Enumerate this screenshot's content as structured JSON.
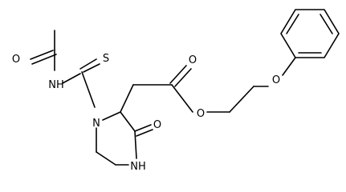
{
  "diagram": {
    "type": "chemical-structure",
    "colors": {
      "line": "#000000",
      "background": "#ffffff"
    },
    "atom_labels": {
      "o_acetyl": "O",
      "nh_thioamide": "NH",
      "s_thio": "S",
      "n_ring": "N",
      "o_ester_carbonyl": "O",
      "o_ester": "O",
      "o_phenoxy": "O",
      "o_lactam": "O",
      "nh_ring": "NH"
    }
  }
}
